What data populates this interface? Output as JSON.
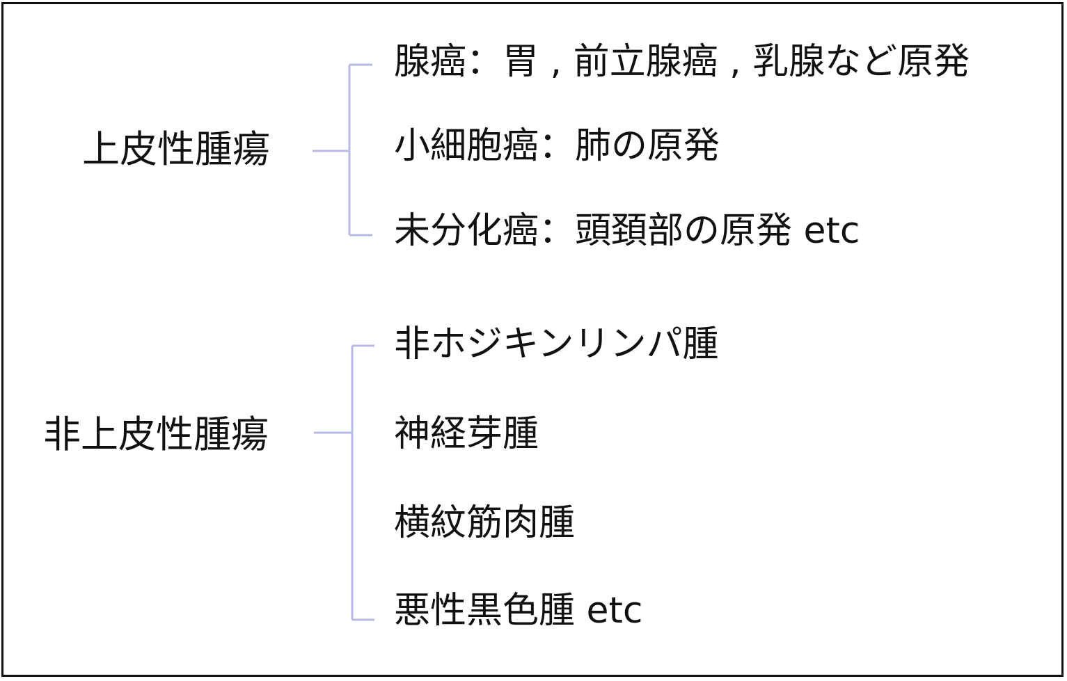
{
  "colors": {
    "text": "#111111",
    "border": "#111111",
    "connector": "#b9b9e6",
    "background": "#ffffff"
  },
  "groups": [
    {
      "label": "上皮性腫瘍",
      "items": [
        "腺癌：胃 , 前立腺癌 , 乳腺など原発",
        "小細胞癌：肺の原発",
        "未分化癌：頭頚部の原発 etc"
      ]
    },
    {
      "label": "非上皮性腫瘍",
      "items": [
        "非ホジキンリンパ腫",
        "神経芽腫",
        "横紋筋肉腫",
        "悪性黒色腫 etc"
      ]
    }
  ]
}
